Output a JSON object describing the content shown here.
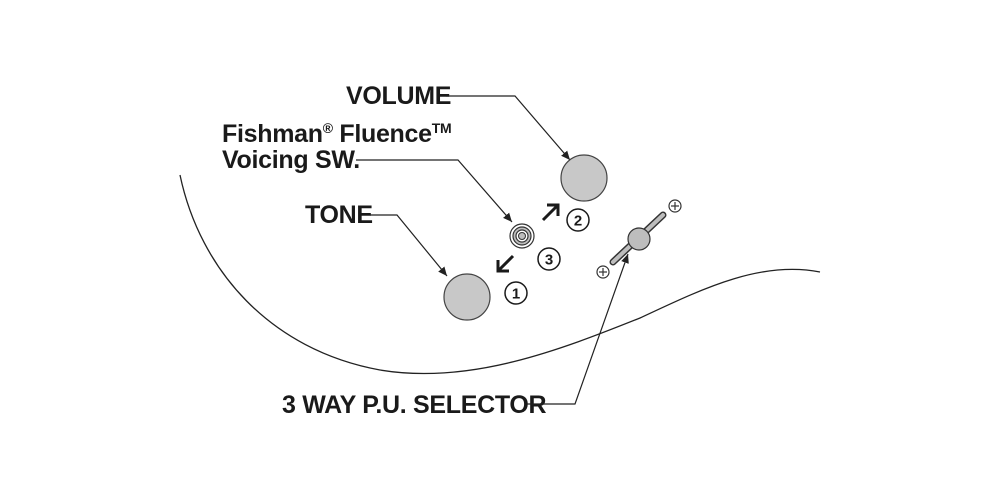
{
  "labels": {
    "volume": "VOLUME",
    "fishman_line1_a": "Fishman",
    "fishman_reg": "®",
    "fishman_line1_b": " Fluence",
    "fishman_tm": "TM",
    "fishman_line2": "Voicing SW.",
    "tone": "TONE",
    "selector": "3 WAY P.U. SELECTOR"
  },
  "positions": {
    "one": "1",
    "two": "2",
    "three": "3"
  },
  "colors": {
    "knob_fill": "#c8c8c8",
    "line": "#222222",
    "text": "#1a1a1a"
  }
}
